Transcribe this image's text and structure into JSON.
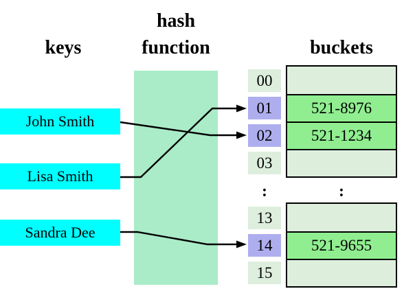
{
  "headings": {
    "keys": "keys",
    "hash_line1": "hash",
    "hash_line2": "function",
    "buckets": "buckets"
  },
  "keys": [
    {
      "label": "John Smith"
    },
    {
      "label": "Lisa Smith"
    },
    {
      "label": "Sandra Dee"
    }
  ],
  "index_cells": [
    {
      "label": "00",
      "highlighted": false
    },
    {
      "label": "01",
      "highlighted": true
    },
    {
      "label": "02",
      "highlighted": true
    },
    {
      "label": "03",
      "highlighted": false
    },
    {
      "label": "13",
      "highlighted": false
    },
    {
      "label": "14",
      "highlighted": true
    },
    {
      "label": "15",
      "highlighted": false
    }
  ],
  "ellipsis": ":",
  "bucket_rows_upper": [
    {
      "value": "",
      "filled": false
    },
    {
      "value": "521-8976",
      "filled": true
    },
    {
      "value": "521-1234",
      "filled": true
    },
    {
      "value": "",
      "filled": false
    }
  ],
  "bucket_rows_lower": [
    {
      "value": "",
      "filled": false
    },
    {
      "value": "521-9655",
      "filled": true
    },
    {
      "value": "",
      "filled": false
    }
  ],
  "connections": [
    {
      "key": "John Smith",
      "index": "02",
      "value": "521-1234"
    },
    {
      "key": "Lisa Smith",
      "index": "01",
      "value": "521-8976"
    },
    {
      "key": "Sandra Dee",
      "index": "14",
      "value": "521-9655"
    }
  ],
  "colors": {
    "cyan": "#00ffff",
    "mint": "#aaebc8",
    "lavender": "#aeaeef",
    "pale": "#ddeedd",
    "bright": "#90ee90",
    "line": "#000000"
  }
}
